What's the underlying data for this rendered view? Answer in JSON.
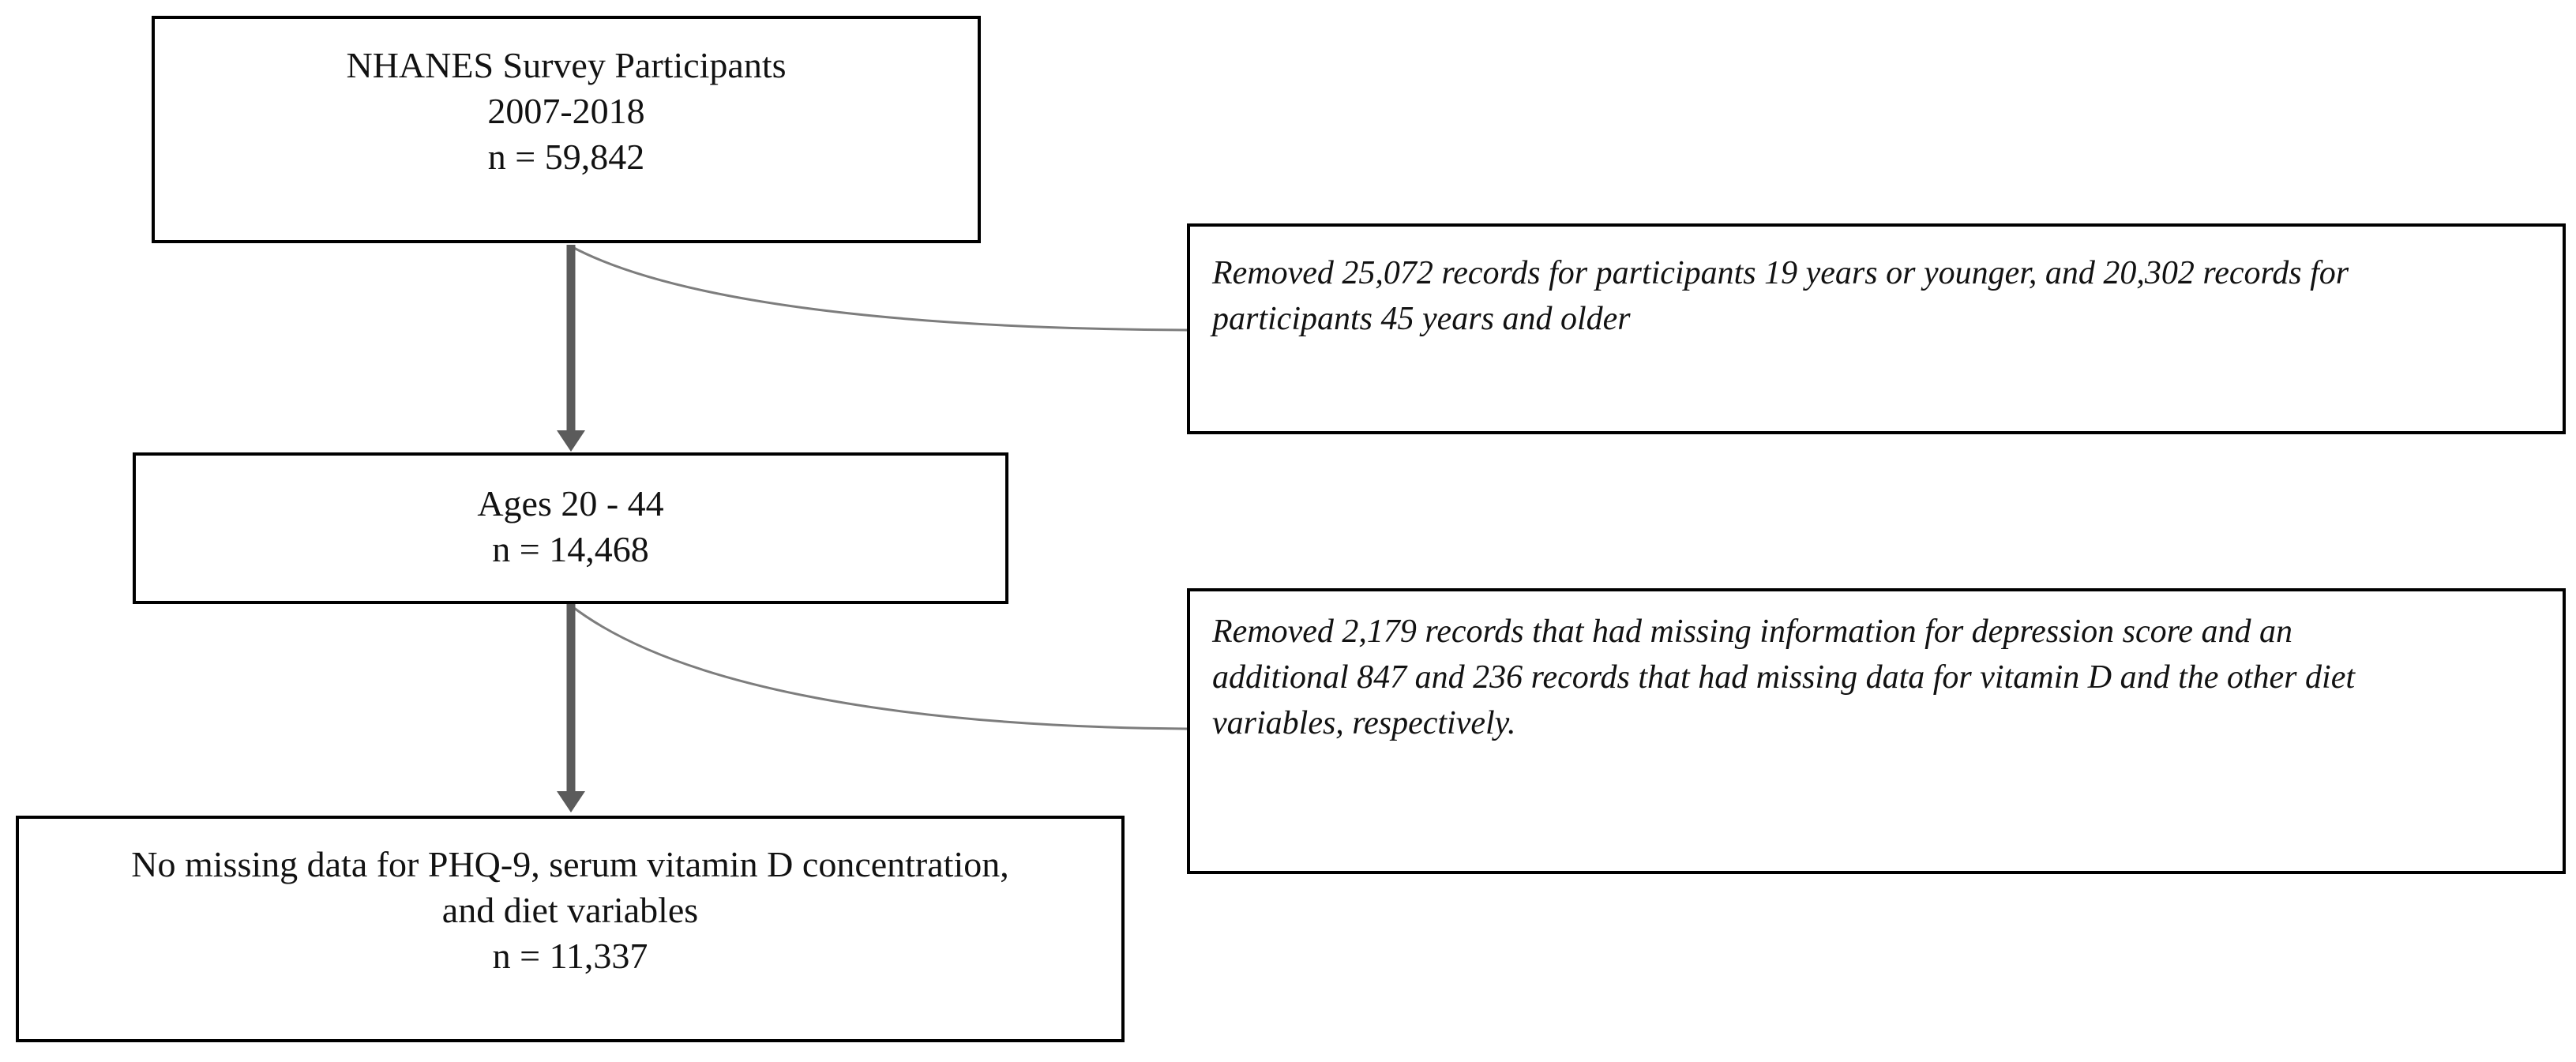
{
  "colors": {
    "background": "#ffffff",
    "box_border": "#000000",
    "text": "#121212",
    "arrow": "#5b5b5b",
    "connector": "#7d7d7d"
  },
  "flowchart": {
    "nodes": {
      "top": {
        "role": "process-box",
        "lines": [
          "NHANES Survey Participants",
          "2007-2018",
          "n = 59,842"
        ]
      },
      "middle": {
        "role": "process-box",
        "lines": [
          "Ages 20 - 44",
          "n = 14,468"
        ]
      },
      "bottom": {
        "role": "process-box",
        "lines": [
          "No missing data for PHQ-9, serum vitamin D concentration,",
          "and diet variables",
          "n = 11,337"
        ]
      },
      "note1": {
        "role": "exclusion-note",
        "lines": [
          "Removed 25,072 records for participants 19 years or younger, and 20,302 records for",
          "participants 45 years and older"
        ]
      },
      "note2": {
        "role": "exclusion-note",
        "lines": [
          "Removed 2,179 records that had missing information for depression score and an",
          "additional 847 and 236 records that had missing data for vitamin D and the other diet",
          "variables, respectively."
        ]
      }
    },
    "edges": [
      {
        "from": "top",
        "to": "middle",
        "style": "thick-gray-arrow-down"
      },
      {
        "from": "middle",
        "to": "bottom",
        "style": "thick-gray-arrow-down"
      },
      {
        "from": "top-arrow",
        "to": "note1",
        "style": "thin-gray-curve"
      },
      {
        "from": "middle-arrow",
        "to": "note2",
        "style": "thin-gray-curve"
      }
    ]
  }
}
